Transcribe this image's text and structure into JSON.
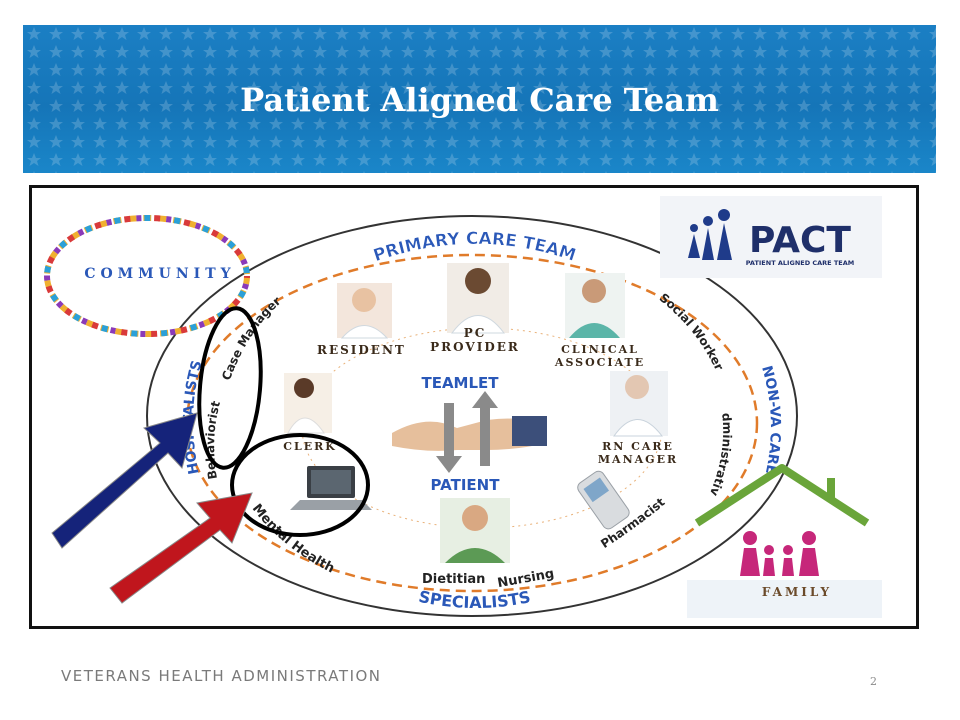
{
  "slide": {
    "title": "Patient Aligned Care Team",
    "footer": "VETERANS HEALTH ADMINISTRATION",
    "page_number": "2"
  },
  "diagram": {
    "outer_ring": {
      "top": "PRIMARY CARE TEAM",
      "bottom": "SPECIALISTS",
      "left": "HOSPITALISTS",
      "right": "NON-VA CARE"
    },
    "ring_roles": [
      "Case Manager",
      "Behaviorist",
      "Mental Health",
      "Dietitian",
      "Nursing",
      "Pharmacist",
      "Administrative",
      "Social Worker"
    ],
    "members": {
      "resident": "RESIDENT",
      "pc_provider_line1": "PC",
      "pc_provider_line2": "PROVIDER",
      "clinical_line1": "CLINICAL",
      "clinical_line2": "ASSOCIATE",
      "clerk": "CLERK",
      "rn_line1": "RN CARE",
      "rn_line2": "MANAGER"
    },
    "center": {
      "teamlet": "TEAMLET",
      "patient": "PATIENT"
    },
    "community": "COMMUNITY",
    "pact_logo": {
      "name": "PACT",
      "tagline": "PATIENT ALIGNED CARE TEAM"
    },
    "family": "FAMILY",
    "colors": {
      "banner": "#1575b8",
      "ring_label": "#2a58b8",
      "dashed_ring": "#e07b2a",
      "arrow_blue": "#15237a",
      "arrow_red": "#c0161d",
      "house": "#6aa53a",
      "family_figures": "#c6277a"
    }
  }
}
